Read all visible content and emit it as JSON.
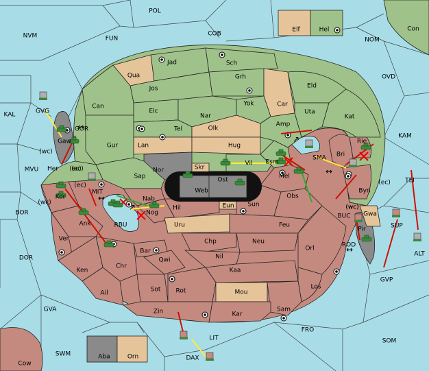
{
  "colors": {
    "sea": "#a8dde8",
    "green": "#9fc28a",
    "tan": "#e6c49a",
    "red": "#c48a80",
    "gray": "#8a8a8a",
    "black": "#111111",
    "border": "#222222",
    "move_red": "#cc1100",
    "move_yellow": "#ffee33",
    "move_green": "#33aa33",
    "fail_red": "#ee0000"
  },
  "labels": {
    "POL": "POL",
    "NVM": "NVM",
    "FUN": "FUN",
    "COB": "COB",
    "NOM": "NOM",
    "Con": "Con",
    "OVD": "OVD",
    "KAL": "KAL",
    "GVG": "GVG",
    "GOR": "GOR",
    "wc1": "(wc)",
    "MVU": "MVU",
    "ec1": "(ec)",
    "MIT": "MIT",
    "BOR": "BOR",
    "DOR": "DOR",
    "GVA": "GVA",
    "SWM": "SWM",
    "Cow": "Cow",
    "LIT": "LIT",
    "DAX": "DAX",
    "FRO": "FRO",
    "SOM": "SOM",
    "GVP": "GVP",
    "ALT": "ALT",
    "TEI": "TEI",
    "KAM": "KAM",
    "SMA": "SMA",
    "BUC": "BUC",
    "ROD": "ROD",
    "RBU": "RBU",
    "Elf": "Elf",
    "Hel": "Hel",
    "Aba": "Aba",
    "Orn": "Orn",
    "Jad": "Jad",
    "Sch": "Sch",
    "Qua": "Qua",
    "Jos": "Jos",
    "Grh": "Grh",
    "Can": "Can",
    "Elc": "Elc",
    "Nar": "Nar",
    "Yok": "Yok",
    "Car": "Car",
    "Eld": "Eld",
    "Uta": "Uta",
    "Kat": "Kat",
    "Tel": "Tel",
    "Olk": "Olk",
    "Amp": "Amp",
    "Gur": "Gur",
    "Lan": "Lan",
    "Hug": "Hug",
    "Gaw": "Gaw",
    "Rie": "Rie",
    "Bri": "Bri",
    "Her": "Her",
    "ec2": "(ec)",
    "Nor": "Nor",
    "Skr": "Skr",
    "Vil": "Vil",
    "Esm": "Esm",
    "Sap": "Sap",
    "Web": "Web",
    "Ost": "Ost",
    "Mel": "Mel",
    "Byn": "Byn",
    "ec3": "(ec)",
    "ec4": "(ec)",
    "Kor": "Kor",
    "wc2": "(wc)",
    "Nab": "Nab",
    "Hil": "Hil",
    "Eun": "Eun",
    "Sun": "Sun",
    "Obs": "Obs",
    "wc3": "(wc)",
    "Gwa": "Gwa",
    "Pir": "Pir",
    "Ank": "Ank",
    "Nog": "Nog",
    "Uru": "Uru",
    "Feu": "Feu",
    "Ver": "Ver",
    "Chp": "Chp",
    "Neu": "Neu",
    "Orl": "Orl",
    "Bar": "Bar",
    "Nil": "Nil",
    "Qwi": "Qwi",
    "Chr": "Chr",
    "Ken": "Ken",
    "Kaa": "Kaa",
    "Los": "Los",
    "Ail": "Ail",
    "Sot": "Sot",
    "Rot": "Rot",
    "Mou": "Mou",
    "Sam": "Sam",
    "Zin": "Zin",
    "Kar": "Kar",
    "SUP": "SUP",
    "wc4": "(wc)"
  }
}
